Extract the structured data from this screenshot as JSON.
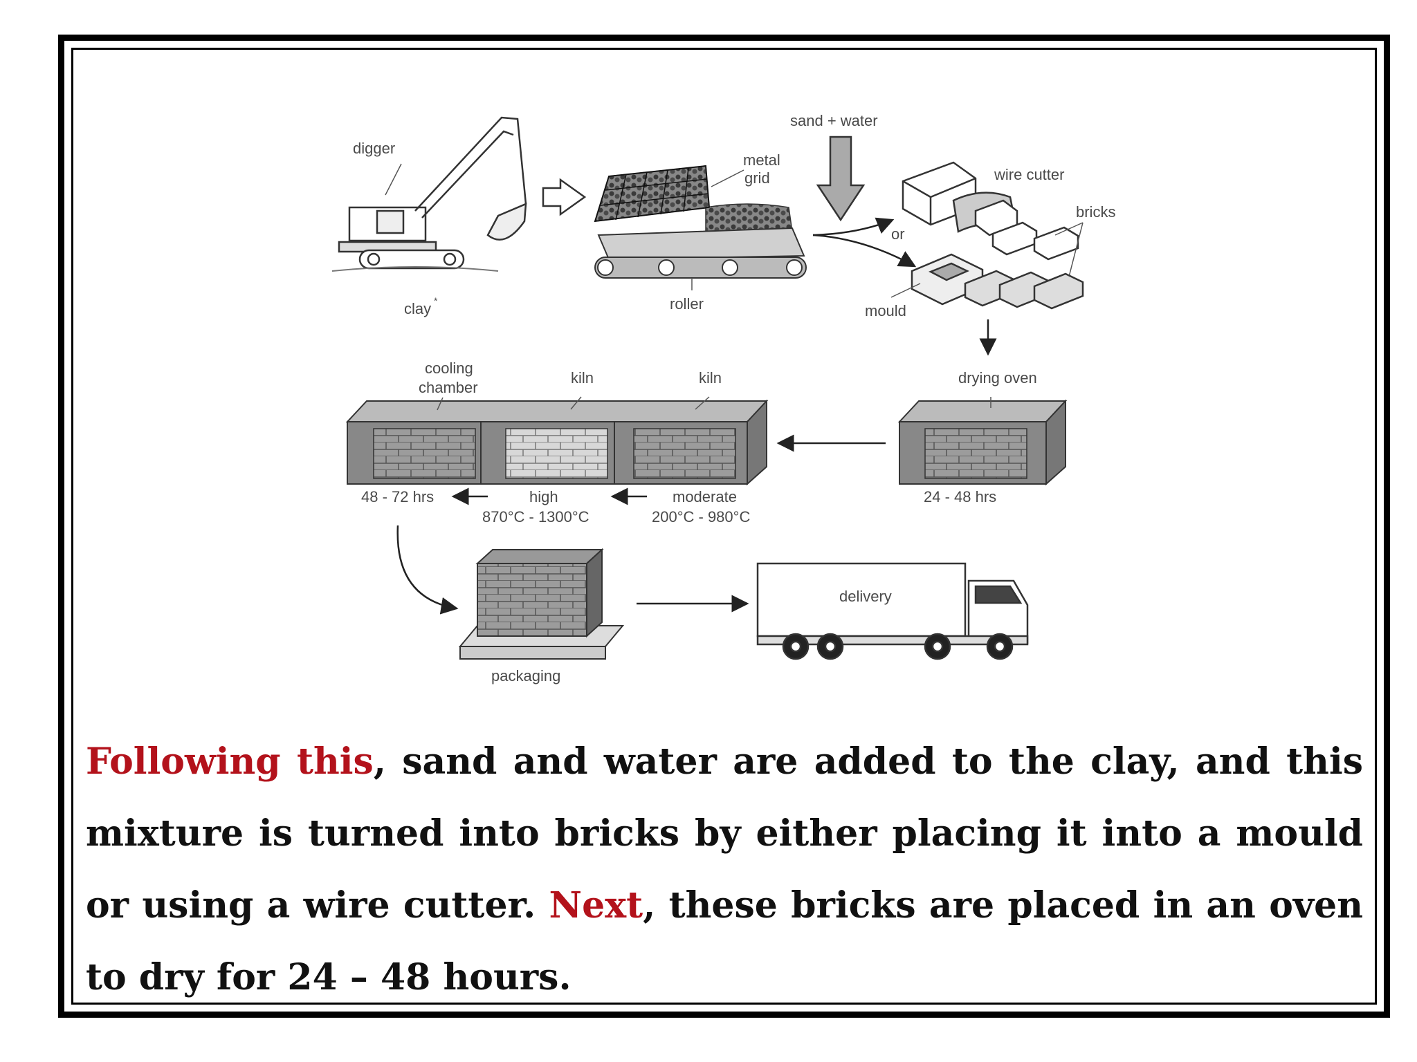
{
  "diagram": {
    "labels": {
      "digger": "digger",
      "clay": "clay",
      "clay_mark": "*",
      "metal_grid_1": "metal",
      "metal_grid_2": "grid",
      "roller": "roller",
      "sand_water": "sand + water",
      "wire_cutter": "wire cutter",
      "bricks": "bricks",
      "or": "or",
      "mould": "mould",
      "cooling_chamber_1": "cooling",
      "cooling_chamber_2": "chamber",
      "kiln_high": "kiln",
      "kiln_moderate": "kiln",
      "drying_oven": "drying oven",
      "time_cooling": "48 - 72 hrs",
      "high": "high",
      "high_temp": "870°C - 1300°C",
      "moderate": "moderate",
      "moderate_temp": "200°C - 980°C",
      "time_drying": "24 - 48 hrs",
      "packaging": "packaging",
      "delivery": "delivery"
    }
  },
  "paragraph": {
    "lead": "Following this",
    "part1": ", sand and water are added to the clay, and this mixture is turned into bricks by either placing it into a mould or using a wire cutter. ",
    "next": "Next",
    "part2": ", these bricks are placed in an oven to dry for 24 – 48 hours."
  },
  "colors": {
    "highlight": "#b3121b",
    "text": "#111111",
    "border": "#000000"
  }
}
